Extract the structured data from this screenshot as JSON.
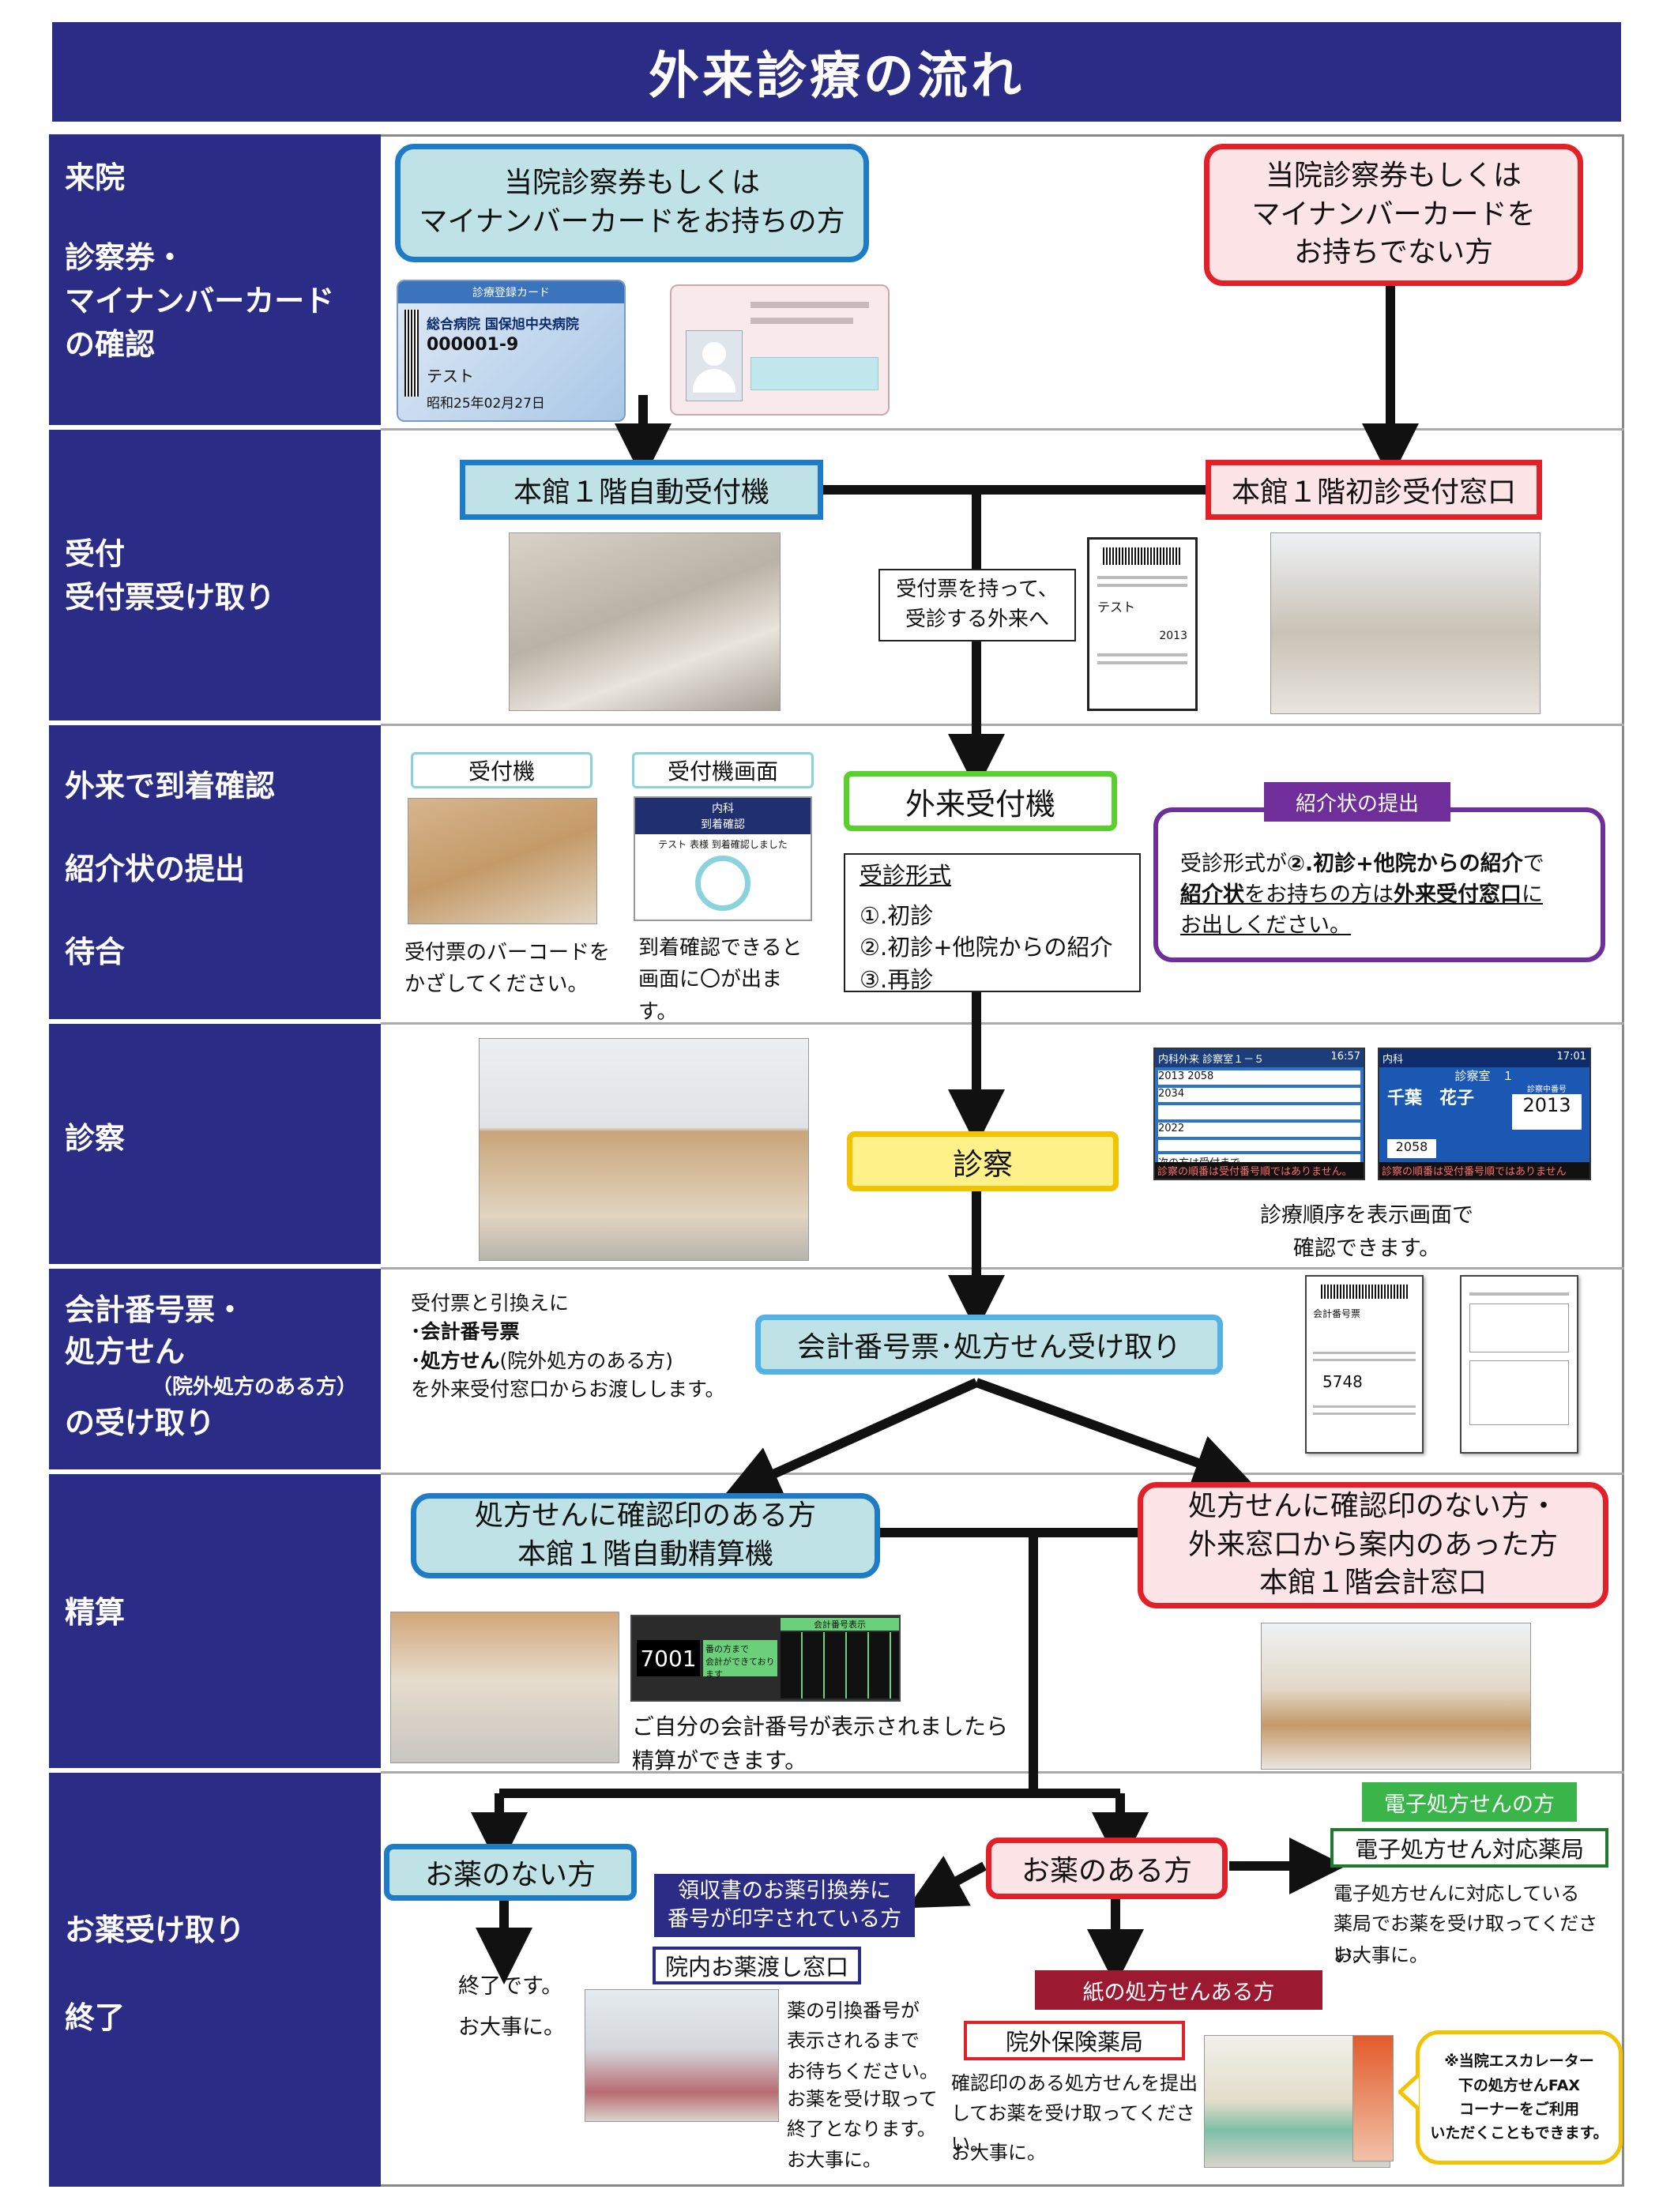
{
  "title": "外来診療の流れ",
  "side": {
    "s1": [
      "来院",
      "診察券・",
      "マイナンバーカード",
      "の確認"
    ],
    "s2": [
      "受付",
      "受付票受け取り"
    ],
    "s3": [
      "外来で到着確認",
      "紹介状の提出",
      "待合"
    ],
    "s4": "診察",
    "s5": [
      "会計番号票・",
      "処方せん",
      "（院外処方のある方）",
      "の受け取り"
    ],
    "s6": "精算",
    "s7": [
      "お薬受け取り",
      "終了"
    ]
  },
  "row1": {
    "with_card": "当院診察券もしくは\nマイナンバーカードをお持ちの方",
    "without_card": "当院診察券もしくは\nマイナンバーカードを\nお持ちでない方",
    "card_header": "診療登録カード",
    "card_hospital": "総合病院 国保旭中央病院",
    "card_number": "000001-9",
    "card_name": "テスト　",
    "card_date": "昭和25年02月27日"
  },
  "row2": {
    "auto_reception": "本館１階自動受付機",
    "first_reception": "本館１階初診受付窓口",
    "instruction": "受付票を持って、\n受診する外来へ",
    "slip_name": "テスト　",
    "slip_number": "2013"
  },
  "row3": {
    "label_machine": "受付機",
    "label_screen": "受付機画面",
    "screen_dept": "内科",
    "screen_status": "到着確認",
    "screen_msg": "テスト 表様 到着確認しました",
    "caption_machine": "受付票のバーコードを\nかざしてください。",
    "caption_screen": "到着確認できると\n画面に〇が出ます。",
    "outpatient_machine": "外来受付機",
    "form_title": "受診形式",
    "form_items": [
      "①.初診",
      "②.初診+他院からの紹介",
      "③.再診"
    ],
    "referral_header": "紹介状の提出",
    "referral_text_1": "受診形式が",
    "referral_text_2": "②.初診+他院からの紹介",
    "referral_text_3": "で",
    "referral_text_4": "紹介状",
    "referral_text_5": "をお持ちの方は",
    "referral_text_6": "外来受付窓口",
    "referral_text_7": "に",
    "referral_text_8": "お出しください。"
  },
  "row4": {
    "exam": "診察",
    "caption": "診療順序を表示画面で\n確認できます。",
    "display1_title": "内科外来  診察室１－５",
    "display1_time": "16:57",
    "display1_rows": [
      "2013 2058",
      "2034",
      "",
      "2022",
      ""
    ],
    "display1_next": "次の方は受付まで",
    "display1_footer": "診察の順番は受付番号順ではありません。",
    "display2_dept": "内科",
    "display2_time": "17:01",
    "display2_room": "診察室　１",
    "display2_name": "千葉　花子",
    "display2_label": "診察中番号",
    "display2_number": "2013",
    "display2_wait": "2058",
    "display2_footer": "診察の順番は受付番号順ではありません"
  },
  "row5": {
    "text_1": "受付票と引換えに",
    "text_2": "･会計番号票",
    "text_3": "･処方せん",
    "text_3b": "(院外処方のある方)",
    "text_4": "を外来受付窓口からお渡しします。",
    "box": "会計番号票･処方せん受け取り",
    "slip_number": "5748",
    "slip_header": "会計番号票"
  },
  "row6": {
    "with_stamp": "処方せんに確認印のある方\n本館１階自動精算機",
    "without_stamp": "処方せんに確認印のない方・\n外来窓口から案内のあった方\n本館１階会計窓口",
    "number_display": "7001",
    "number_suffix": "番の方まで",
    "number_suffix2": "会計ができております",
    "board_header": "会計番号表示",
    "caption": "ご自分の会計番号が表示されましたら\n精算ができます。"
  },
  "row7": {
    "no_medicine": "お薬のない方",
    "end_1": "終了です。",
    "end_2": "お大事に。",
    "receipt_voucher": "領収書のお薬引換券に\n番号が印字されている方",
    "inhouse_counter": "院内お薬渡し窓口",
    "inhouse_caption_1": "薬の引換番号が\n表示されるまで\nお待ちください。",
    "inhouse_caption_2": "お薬を受け取って\n終了となります。\nお大事に。",
    "has_medicine": "お薬のある方",
    "e_presc_header": "電子処方せんの方",
    "e_presc_pharmacy": "電子処方せん対応薬局",
    "e_presc_caption": "電子処方せんに対応している\n薬局でお薬を受け取ってください。",
    "e_presc_end": "お大事に。",
    "paper_header": "紙の処方せんある方",
    "outside_pharmacy": "院外保険薬局",
    "outside_caption": "確認印のある処方せんを提出\nしてお薬を受け取ってください。",
    "outside_end": "お大事に。",
    "fax_note": "※当院エスカレーター\n下の処方せんFAX\nコーナーをご利用\nいただくこともできます。"
  }
}
